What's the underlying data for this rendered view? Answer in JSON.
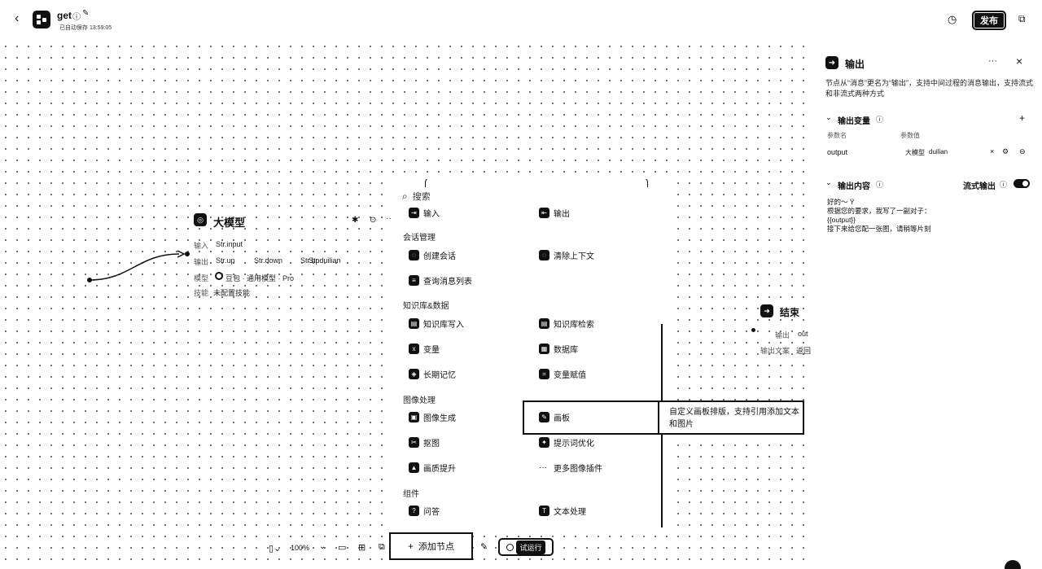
{
  "header": {
    "title": "get",
    "save_status": "已自动保存 13:59:05",
    "publish_label": "发布"
  },
  "panel": {
    "title": "输出",
    "more": "···",
    "close": "×",
    "description": "节点从“消息”更名为“输出”，支持中间过程的消息输出，支持流式和非流式两种方式",
    "output_vars": {
      "section": "输出变量",
      "add": "+",
      "col_name": "参数名",
      "col_value": "参数值",
      "row_name": "output",
      "row_source": "大模型",
      "row_value": "duilian"
    },
    "output_content": {
      "section": "输出内容",
      "stream_label": "流式输出",
      "lines": [
        "好的～ Ÿ",
        "根据您的要求，我写了一副对子：",
        "{{output}}",
        "接下来给您配一张图，请稍等片刻"
      ]
    }
  },
  "llm_node": {
    "title": "大模型",
    "input_label": "输入",
    "input_value": "Str.input",
    "output_label": "输出",
    "outputs": [
      "Str.up",
      "Str.down",
      "Str.hp",
      "Str.duilian"
    ],
    "model_label": "模型",
    "model_value": "豆包 · 通用模型 · Pro",
    "skill_label": "技能",
    "skill_value": "未配置技能",
    "more": "···"
  },
  "end_node": {
    "title": "结束",
    "output_label": "输出",
    "output_value": "out",
    "text_label": "输出文案",
    "text_value": "返回"
  },
  "popup": {
    "search_placeholder": "搜索",
    "top_partial": [
      "输入",
      "输出"
    ],
    "sections": [
      {
        "title": "会话管理",
        "items": [
          "创建会话",
          "清除上下文",
          "查询消息列表"
        ]
      },
      {
        "title": "知识库&数据",
        "items": [
          "知识库写入",
          "知识库检索",
          "变量",
          "数据库",
          "长期记忆",
          "变量赋值"
        ]
      },
      {
        "title": "图像处理",
        "items": [
          "图像生成",
          "画板",
          "抠图",
          "提示词优化",
          "画质提升",
          "更多图像插件"
        ]
      },
      {
        "title": "组件",
        "items": [
          "问答",
          "文本处理"
        ]
      }
    ]
  },
  "tooltip": {
    "text": "自定义画板排版，支持引用添加文本和图片"
  },
  "toolbar": {
    "zoom": "100%",
    "add_node": "添加节点",
    "run": "试运行"
  }
}
